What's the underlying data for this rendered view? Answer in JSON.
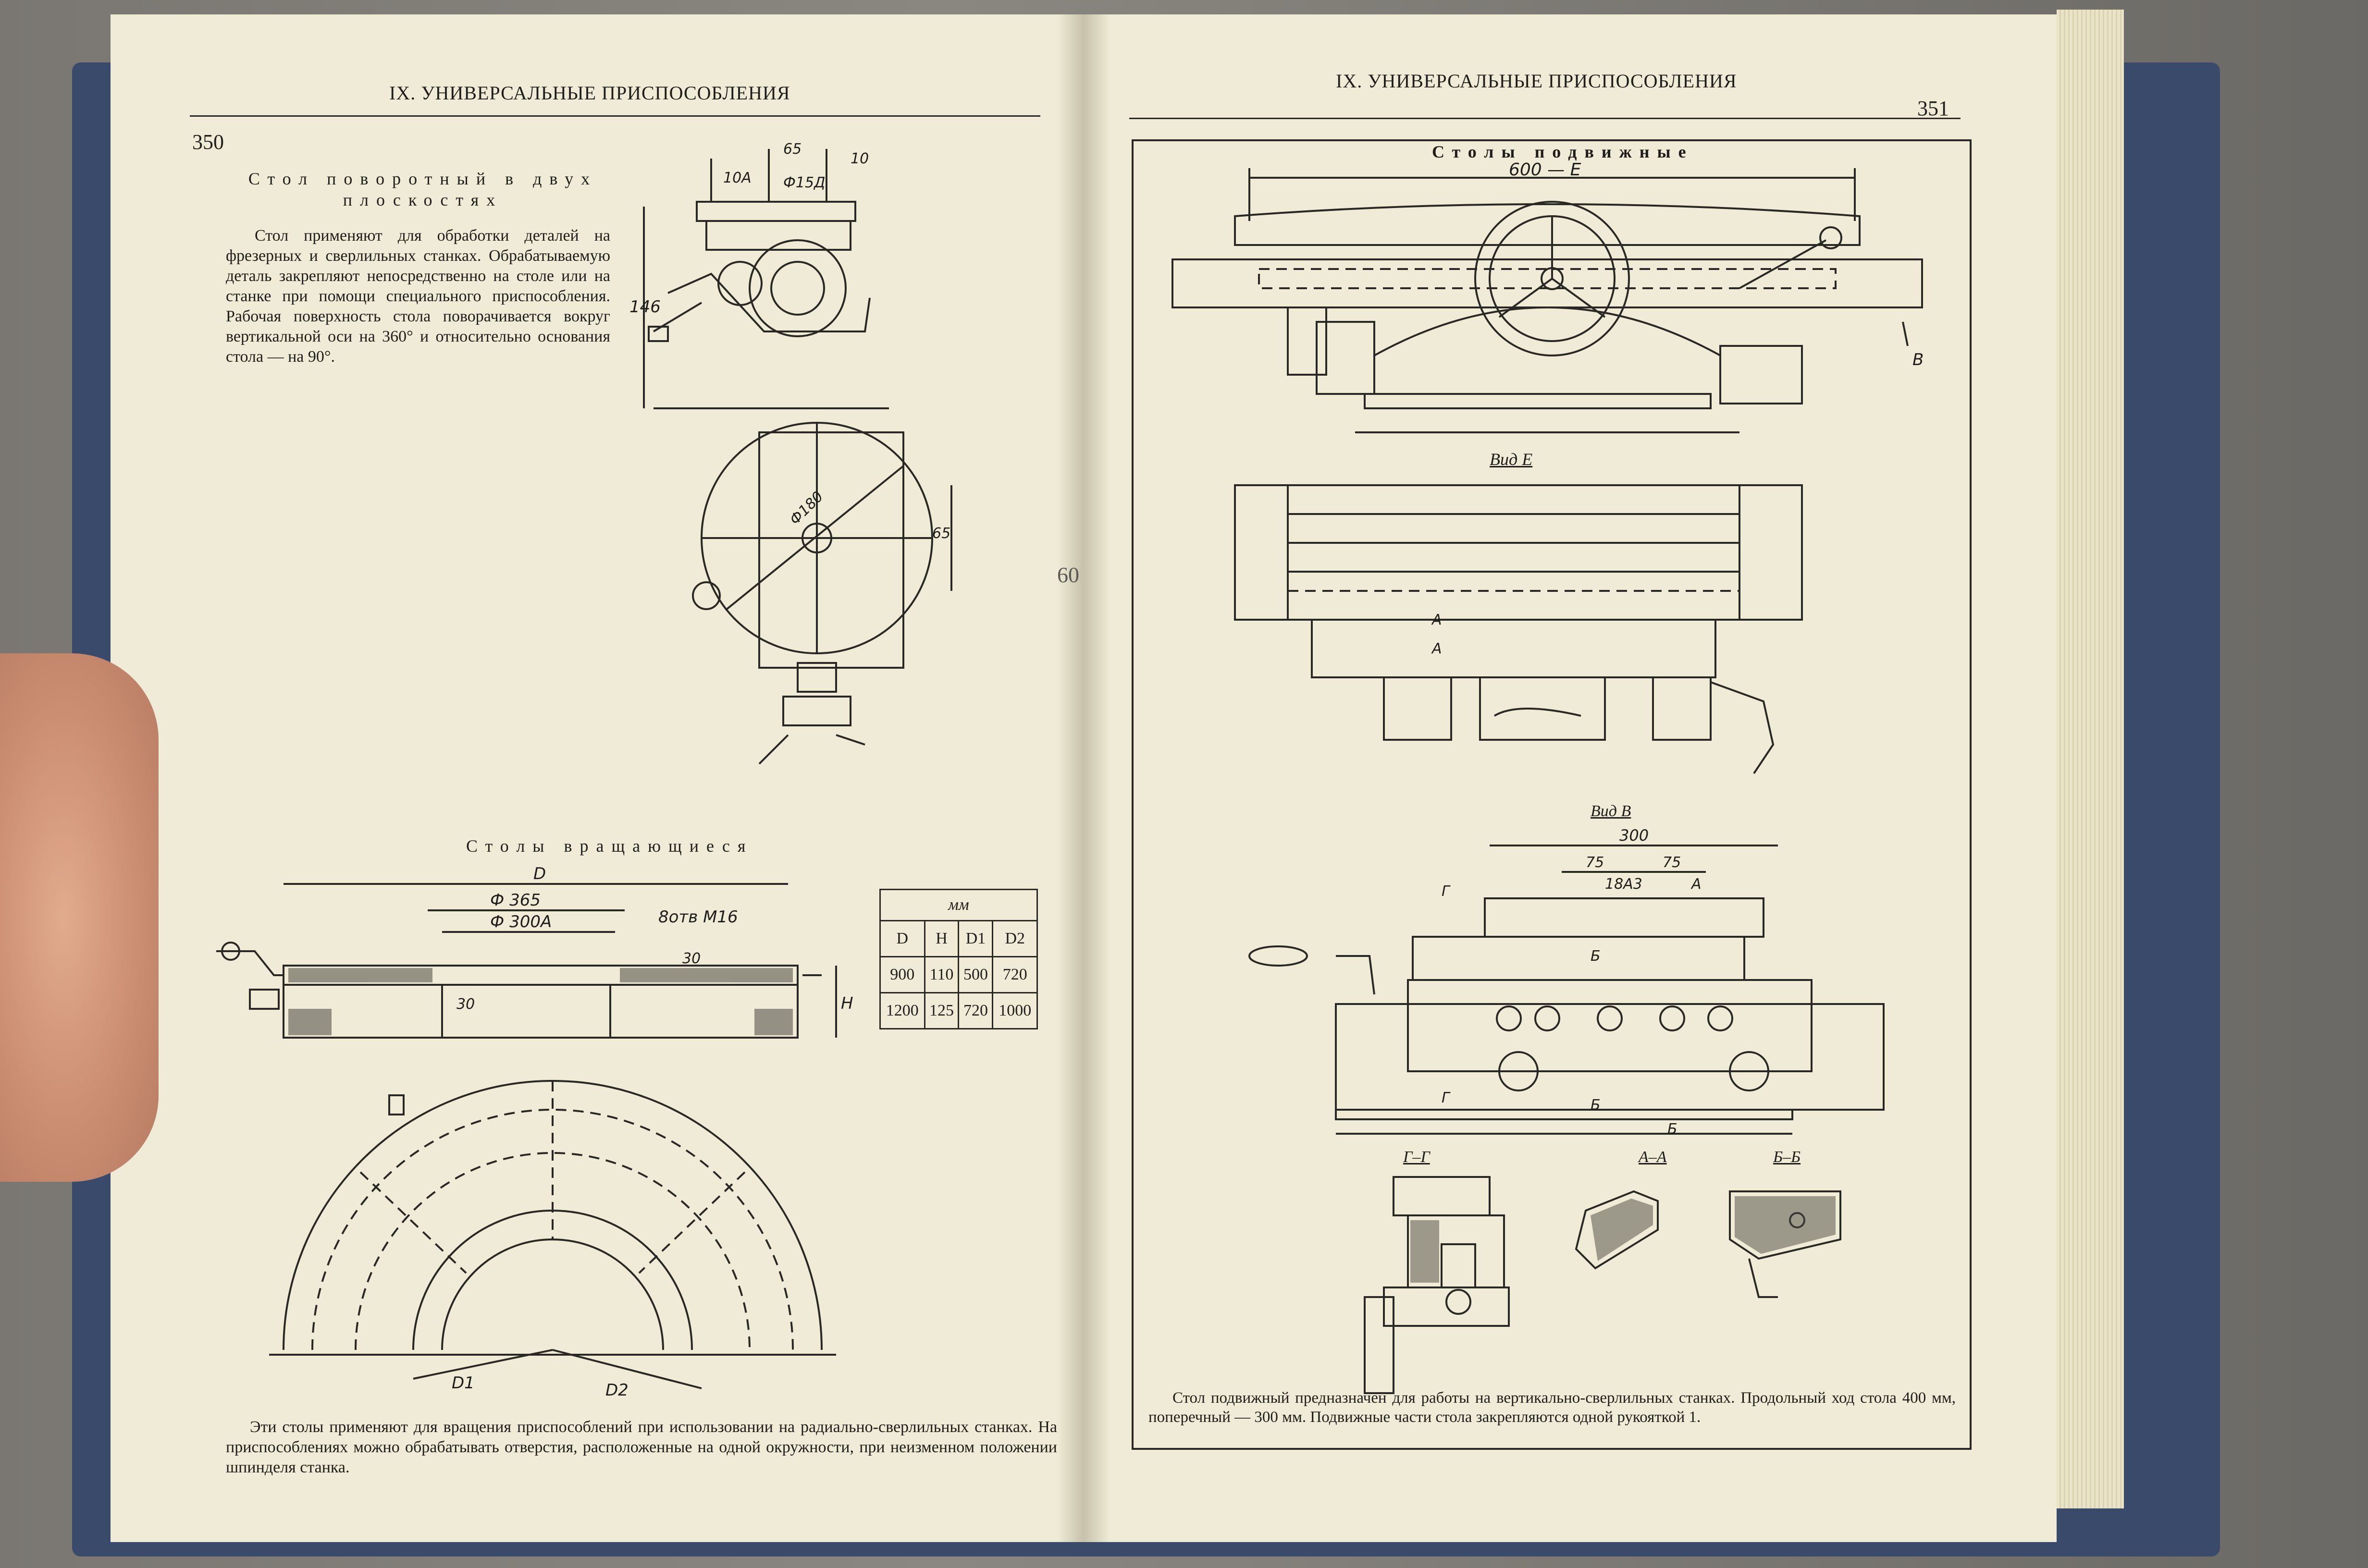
{
  "left_page": {
    "running_head": "IX. УНИВЕРСАЛЬНЫЕ ПРИСПОСОБЛЕНИЯ",
    "page_number": "350",
    "section1_title": "Стол поворотный в двух плоскостях",
    "section1_text": "Стол применяют для обработки деталей на фрезерных и сверлильных станках. Обрабатываемую деталь закрепляют непосредственно на столе или на станке при помощи специального приспособления. Рабочая поверхность стола поворачивается вокруг вертикальной оси на 360° и относительно основания стола — на 90°.",
    "dims_top": [
      "10А",
      "65",
      "Ф15Д",
      "10",
      "146",
      "Ф180",
      "65"
    ],
    "section2_title": "Столы вращающиеся",
    "dims_section2": [
      "D",
      "Ф 365",
      "Ф 300А",
      "8отв М16",
      "30",
      "30",
      "H",
      "D1",
      "D2"
    ],
    "table": {
      "unit": "мм",
      "headers": [
        "D",
        "H",
        "D1",
        "D2"
      ],
      "rows": [
        [
          "900",
          "110",
          "500",
          "720"
        ],
        [
          "1200",
          "125",
          "720",
          "1000"
        ]
      ]
    },
    "section2_text": "Эти столы применяют для вращения приспособлений при использовании на радиально-сверлильных станках. На приспособлениях можно обрабатывать отверстия, расположенные на одной окружности, при неизменном положении шпинделя станка."
  },
  "right_page": {
    "running_head": "IX. УНИВЕРСАЛЬНЫЕ ПРИСПОСОБЛЕНИЯ",
    "page_number": "351",
    "section_title": "Столы подвижные",
    "dim_top": "600 — Е",
    "arrow_label": "В",
    "view_e": "Вид Е",
    "view_e_marks": [
      "А",
      "А"
    ],
    "view_b": "Вид В",
    "view_b_dims": [
      "300",
      "75",
      "75",
      "18А3",
      "А",
      "Г",
      "Б",
      "Г",
      "Б",
      "Б"
    ],
    "sections": [
      "Г–Г",
      "А–А",
      "Б–Б"
    ],
    "caption": "Стол подвижный предназначен для работы на вертикально-сверлильных станках. Продольный ход стола 400 мм, поперечный — 300 мм. Подвижные части стола закрепляются одной рукояткой 1."
  },
  "bleed_mark": "60"
}
